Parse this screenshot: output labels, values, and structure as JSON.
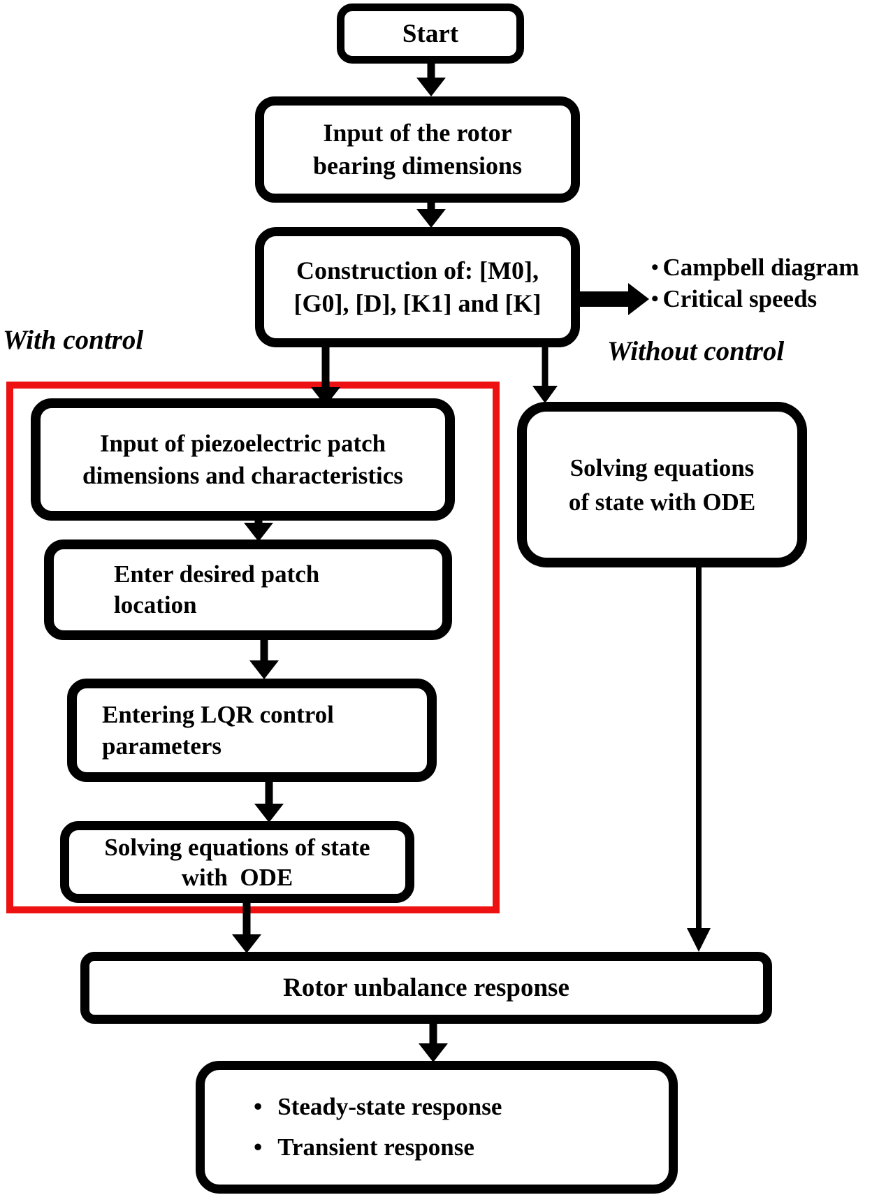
{
  "diagram": {
    "bullet": "•",
    "colors": {
      "line": "#000000",
      "frame": "#ee1111",
      "background": "#ffffff"
    },
    "start": {
      "label": "Start"
    },
    "rotor_input": {
      "line1": "Input of the rotor",
      "line2": "bearing dimensions"
    },
    "construction": {
      "line1": "Construction of: [M0],",
      "line2": "[G0], [D], [K1] and [K]"
    },
    "outputs": {
      "item1": "Campbell diagram",
      "item2": "Critical speeds"
    },
    "branch_labels": {
      "with_control": "With control",
      "without_control": "Without control"
    },
    "piezo_input": {
      "line1": "Input of piezoelectric patch",
      "line2": "dimensions and characteristics"
    },
    "patch_location": {
      "line1": "Enter desired patch",
      "line2": "location"
    },
    "lqr_params": {
      "line1": "Entering LQR control",
      "line2": "parameters"
    },
    "solve_with_control": {
      "line1": "Solving equations of state",
      "line2": "with  ODE"
    },
    "solve_without_control": {
      "line1": "Solving equations",
      "line2": "of state with ODE"
    },
    "unbalance": {
      "label": "Rotor unbalance response"
    },
    "results": {
      "item1": "Steady-state response",
      "item2": "Transient response"
    }
  }
}
